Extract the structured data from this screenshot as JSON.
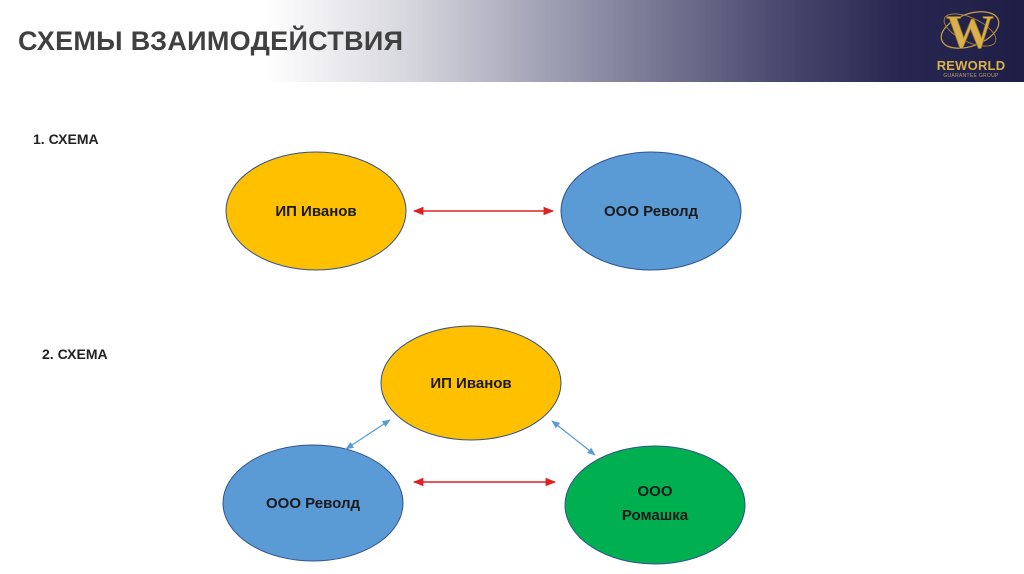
{
  "header": {
    "title": "СХЕМЫ ВЗАИМОДЕЙСТВИЯ",
    "logo": {
      "letter": "W",
      "word": "REWORLD",
      "subtitle": "GUARANTEE GROUP"
    }
  },
  "scheme1": {
    "label": "1.  СХЕМА",
    "left_node": "ИП Иванов",
    "right_node": "ООО Револд"
  },
  "scheme2": {
    "label": "2.  СХЕМА",
    "top_node": "ИП Иванов",
    "left_node": "ООО Револд",
    "right_node_line1": "ООО",
    "right_node_line2": "Ромашка"
  },
  "colors": {
    "yellow": "#ffc000",
    "blue": "#5b9bd5",
    "green": "#00b050",
    "red_arrow": "#e02020",
    "blue_arrow": "#5b9bd5"
  }
}
